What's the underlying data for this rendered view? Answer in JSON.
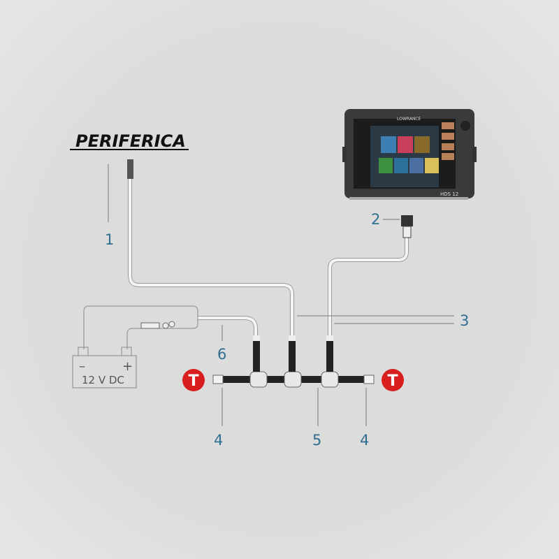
{
  "title": "PERIFERICA",
  "battery": {
    "minus": "–",
    "plus": "+",
    "voltage": "12 V DC"
  },
  "display": {
    "brand": "LOWRANCE",
    "model": "HDS 12"
  },
  "labels": {
    "l1": "1",
    "l2": "2",
    "l3": "3",
    "l4a": "4",
    "l4b": "4",
    "l5": "5",
    "l6": "6"
  },
  "terminator": {
    "letter": "T",
    "color": "#d81e1e"
  },
  "colors": {
    "label": "#2f6f8f",
    "background": "#dcdcdc"
  }
}
